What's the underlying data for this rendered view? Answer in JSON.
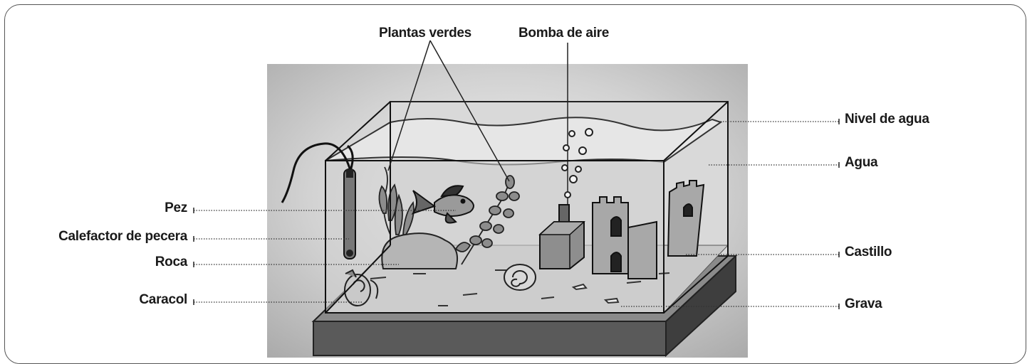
{
  "labels": {
    "plantas_verdes": "Plantas verdes",
    "bomba_de_aire": "Bomba de aire",
    "nivel_de_agua": "Nivel de agua",
    "agua": "Agua",
    "pez": "Pez",
    "calefactor": "Calefactor de pecera",
    "roca": "Roca",
    "caracol": "Caracol",
    "castillo": "Castillo",
    "grava": "Grava"
  }
}
